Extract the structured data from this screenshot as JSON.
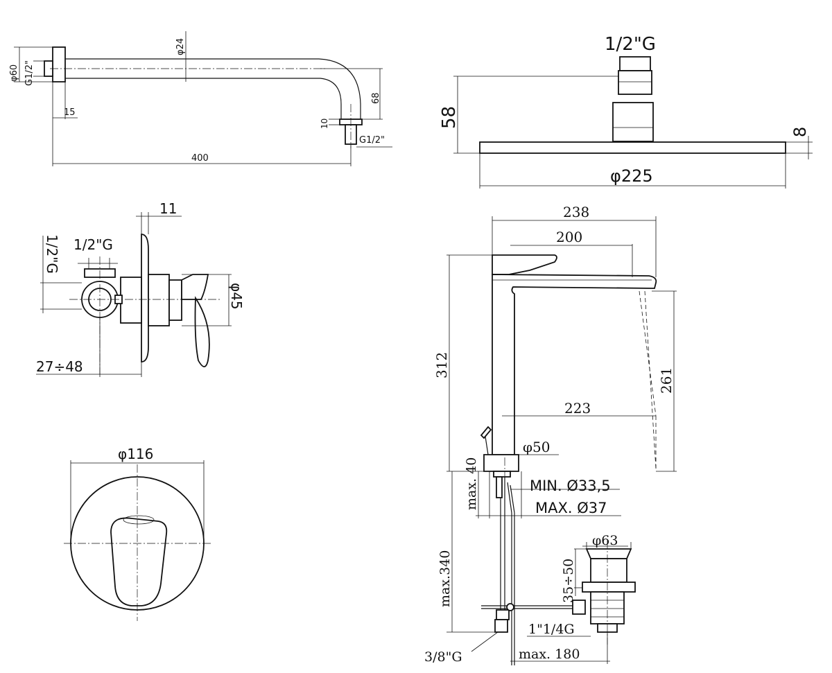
{
  "shower_arm": {
    "dia_tube": "φ24",
    "dia_flange": "φ60",
    "thread_left": "G1/2\"",
    "thread_right": "G1/2\"",
    "flange_depth": "15",
    "drop": "68",
    "outlet_len": "10",
    "length": "400"
  },
  "shower_head": {
    "thread": "1/2\"G",
    "height": "58",
    "thickness": "8",
    "diameter": "φ225"
  },
  "mixer_side": {
    "plate": "11",
    "thread_v": "1/2\"G",
    "thread_h": "1/2\"G",
    "dia": "φ45",
    "depth_range": "27÷48"
  },
  "mixer_front": {
    "dia": "φ116"
  },
  "basin_tap": {
    "width_total": "238",
    "width_spout": "200",
    "height": "312",
    "spout_height": "261",
    "reach": "223",
    "base_dia": "φ50",
    "hole_min": "MIN. Ø33,5",
    "hole_max": "MAX. Ø37",
    "max_thickness": "max. 40",
    "max_below": "max.340",
    "waste_dia": "φ63",
    "waste_range": "35÷50",
    "waste_thread": "1\"1/4G",
    "max_reach_rod": "max. 180",
    "supply_thread": "3/8\"G"
  }
}
